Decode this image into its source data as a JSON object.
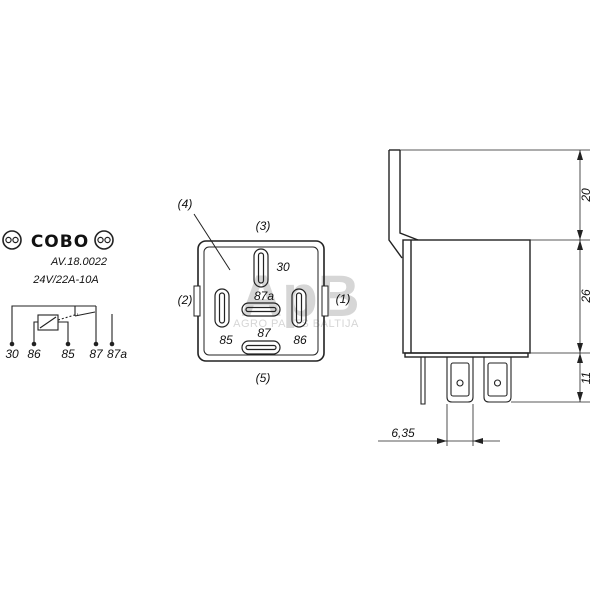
{
  "colors": {
    "line": "#222222",
    "text": "#111111",
    "watermark": "#d6d6d6"
  },
  "schematic": {
    "brand": "COBO",
    "brand_icons": [
      "relay-logo-icon",
      "relay-logo-icon"
    ],
    "part_number": "AV.18.0022",
    "rating": "24V/22A-10A",
    "terminals": [
      "30",
      "86",
      "85",
      "87",
      "87a"
    ]
  },
  "pinout": {
    "callouts": {
      "c1": "(1)",
      "c2": "(2)",
      "c3": "(3)",
      "c4": "(4)",
      "c5": "(5)"
    },
    "pins": {
      "p30": "30",
      "p87a": "87a",
      "p87": "87",
      "p85": "85",
      "p86": "86"
    }
  },
  "side_view": {
    "dim_top": "20",
    "dim_body": "26",
    "dim_pins": "11",
    "dim_width": "6,35"
  },
  "watermark": {
    "logo": "ApB",
    "text": "AGRO PARTS BALTIJA"
  }
}
